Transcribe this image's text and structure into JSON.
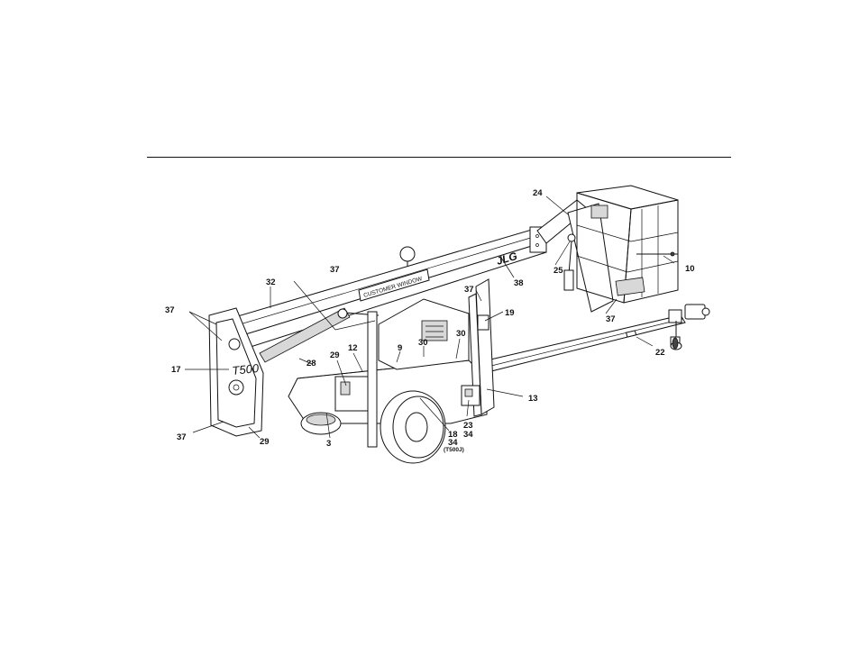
{
  "machine_text": {
    "window_label": "CUSTOMER WINDOW",
    "brand_logo": "JLG",
    "model_label": "T500"
  },
  "callouts": {
    "c3": "3",
    "c9": "9",
    "c10": "10",
    "c12": "12",
    "c13": "13",
    "c17": "17",
    "c18": "18",
    "c19": "19",
    "c22": "22",
    "c23": "23",
    "c24": "24",
    "c25": "25",
    "c28": "28",
    "c29a": "29",
    "c29b": "29",
    "c30a": "30",
    "c30b": "30",
    "c32": "32",
    "c34a": "34",
    "c34b": "34",
    "c34_note": "(T500J)",
    "c37a": "37",
    "c37b": "37",
    "c37c": "37",
    "c37d": "37",
    "c37e": "37",
    "c38": "38"
  }
}
